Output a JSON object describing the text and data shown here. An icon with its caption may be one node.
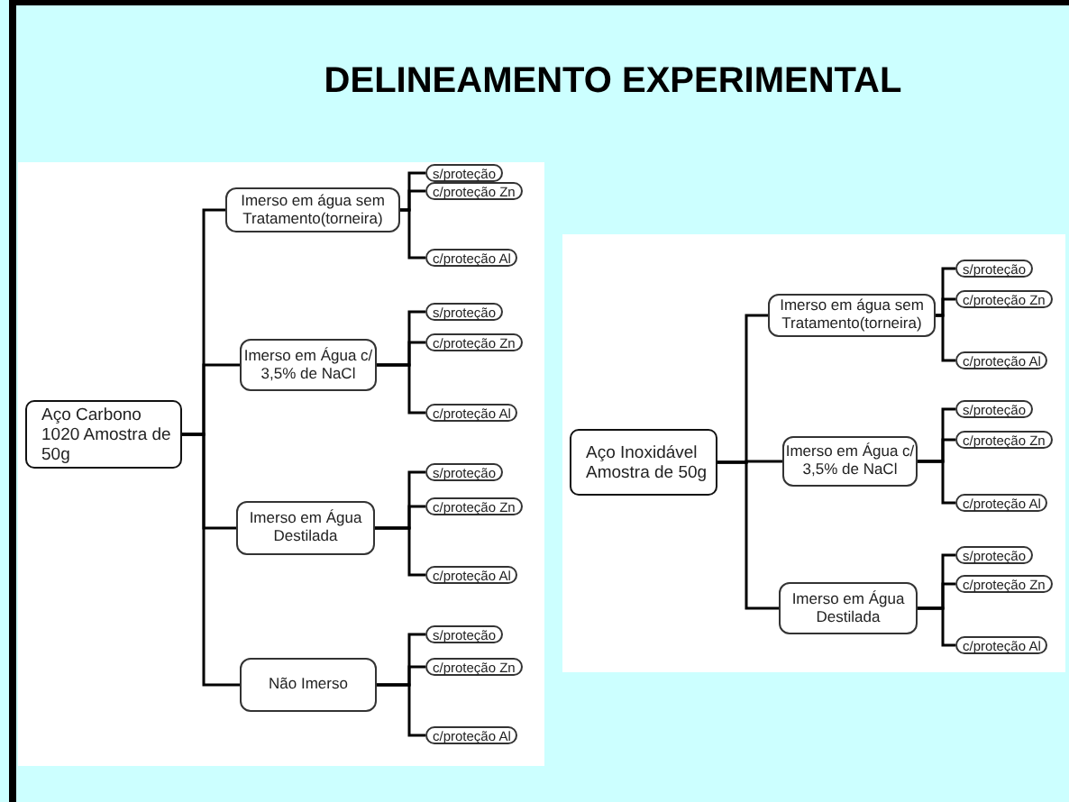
{
  "diagram": {
    "title": "DELINEAMENTO EXPERIMENTAL",
    "nodes": [
      {
        "text": [
          "Aço Carbono 1020 Amostra de 50g"
        ]
      },
      {
        "text": [
          "Imerso em água sem Tratamento(torneira)"
        ]
      },
      {
        "text": [
          "s/proteção"
        ]
      },
      {
        "text": [
          "c/proteção Zn"
        ]
      },
      {
        "text": [
          "c/proteção Al"
        ]
      },
      {
        "text": [
          "Imerso em Água c/ 3,5% de NaCl"
        ]
      },
      {
        "text": [
          "s/proteção"
        ]
      },
      {
        "text": [
          "c/proteção Zn"
        ]
      },
      {
        "text": [
          "c/proteção Al"
        ]
      },
      {
        "text": [
          "Imerso em Água Destilada"
        ]
      },
      {
        "text": [
          "s/proteção"
        ]
      },
      {
        "text": [
          "c/proteção Zn"
        ]
      },
      {
        "text": [
          "c/proteção Al"
        ]
      },
      {
        "text": [
          "Não Imerso"
        ]
      },
      {
        "text": [
          "s/proteção"
        ]
      },
      {
        "text": [
          "c/proteção Zn"
        ]
      },
      {
        "text": [
          "c/proteção Al"
        ]
      },
      {
        "text": [
          "Aço Inoxidável Amostra de 50g"
        ]
      },
      {
        "text": [
          "Imerso em água sem Tratamento(torneira)"
        ]
      },
      {
        "text": [
          "s/proteção"
        ]
      },
      {
        "text": [
          "c/proteção Zn"
        ]
      },
      {
        "text": [
          "c/proteção Al"
        ]
      },
      {
        "text": [
          "Imerso em Água c/ 3,5% de NaCl"
        ]
      },
      {
        "text": [
          "s/proteção"
        ]
      },
      {
        "text": [
          "c/proteção Zn"
        ]
      },
      {
        "text": [
          "c/proteção Al"
        ]
      },
      {
        "text": [
          "Imerso em Água Destilada"
        ]
      },
      {
        "text": [
          "s/proteção"
        ]
      },
      {
        "text": [
          "c/proteção Zn"
        ]
      },
      {
        "text": [
          "c/proteção Al"
        ]
      }
    ],
    "edges": [
      {
        "from": 0,
        "to": 1,
        "arrow": "none"
      },
      {
        "from": 0,
        "to": 5,
        "arrow": "none"
      },
      {
        "from": 0,
        "to": 9,
        "arrow": "none"
      },
      {
        "from": 0,
        "to": 13,
        "arrow": "none"
      },
      {
        "from": 1,
        "to": 2,
        "arrow": "none"
      },
      {
        "from": 1,
        "to": 3,
        "arrow": "none"
      },
      {
        "from": 1,
        "to": 4,
        "arrow": "none"
      },
      {
        "from": 5,
        "to": 6,
        "arrow": "none"
      },
      {
        "from": 5,
        "to": 7,
        "arrow": "none"
      },
      {
        "from": 5,
        "to": 8,
        "arrow": "none"
      },
      {
        "from": 9,
        "to": 10,
        "arrow": "none"
      },
      {
        "from": 9,
        "to": 11,
        "arrow": "none"
      },
      {
        "from": 9,
        "to": 12,
        "arrow": "none"
      },
      {
        "from": 13,
        "to": 14,
        "arrow": "none"
      },
      {
        "from": 13,
        "to": 15,
        "arrow": "none"
      },
      {
        "from": 13,
        "to": 16,
        "arrow": "none"
      },
      {
        "from": 17,
        "to": 18,
        "arrow": "none"
      },
      {
        "from": 17,
        "to": 22,
        "arrow": "none"
      },
      {
        "from": 17,
        "to": 26,
        "arrow": "none"
      },
      {
        "from": 18,
        "to": 19,
        "arrow": "none"
      },
      {
        "from": 18,
        "to": 20,
        "arrow": "none"
      },
      {
        "from": 18,
        "to": 21,
        "arrow": "none"
      },
      {
        "from": 22,
        "to": 23,
        "arrow": "none"
      },
      {
        "from": 22,
        "to": 24,
        "arrow": "none"
      },
      {
        "from": 22,
        "to": 25,
        "arrow": "none"
      },
      {
        "from": 26,
        "to": 27,
        "arrow": "none"
      },
      {
        "from": 26,
        "to": 28,
        "arrow": "none"
      },
      {
        "from": 26,
        "to": 29,
        "arrow": "none"
      }
    ]
  }
}
